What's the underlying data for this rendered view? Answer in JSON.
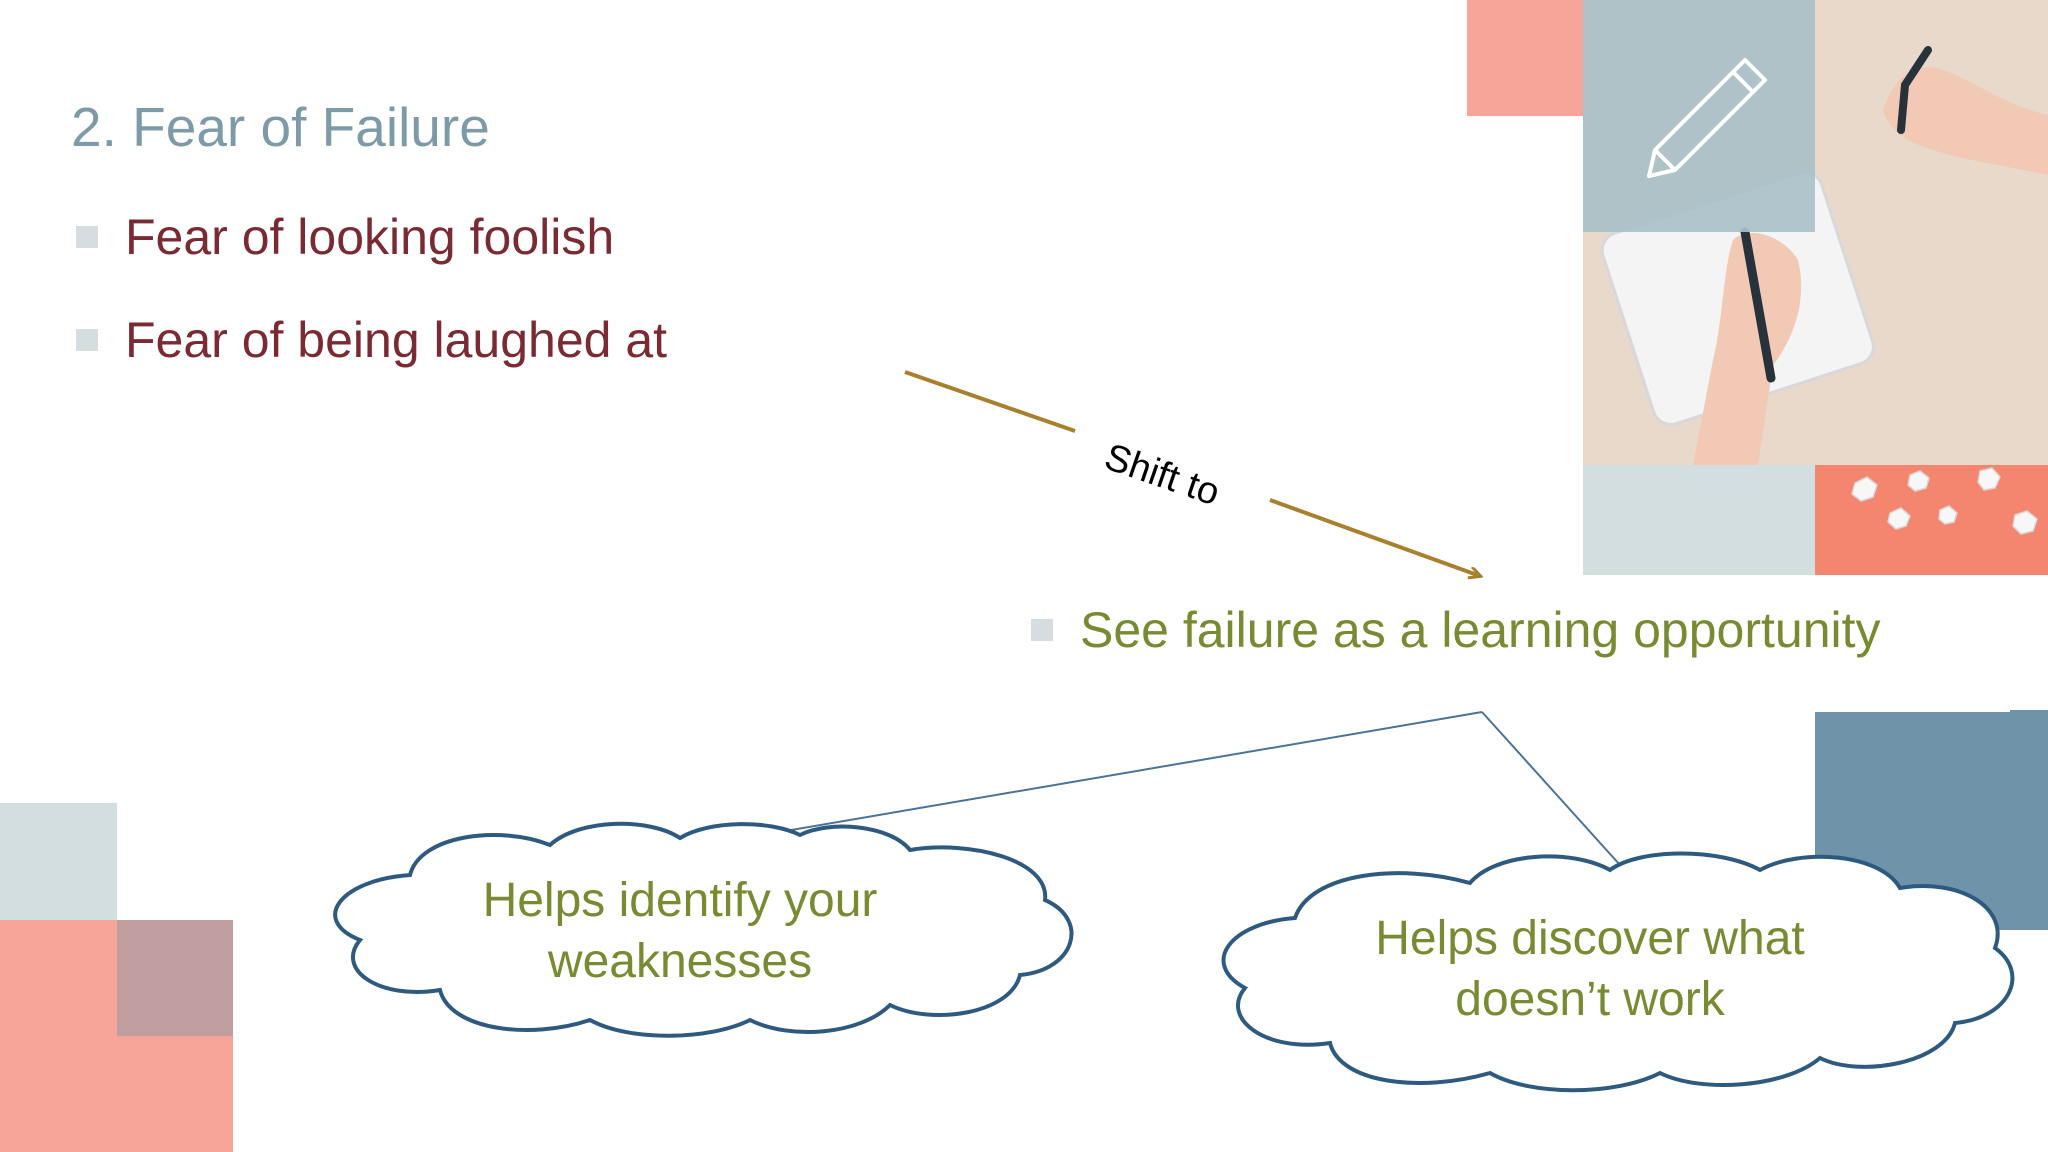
{
  "slide": {
    "title": "2. Fear of Failure",
    "fears": [
      "Fear of looking foolish",
      "Fear of being laughed at"
    ],
    "arrow_label": "Shift to",
    "new_view": "See failure as a learning opportunity",
    "benefits": [
      "Helps identify your weaknesses",
      "Helps discover what doesn’t work"
    ]
  },
  "colors": {
    "title": "#7d9aa8",
    "fear_text": "#7a2a33",
    "positive_text": "#788a32",
    "arrow": "#a8812f",
    "cloud_outline": "#2f5a80",
    "coral": "#f7a598",
    "pale_blue": "#d3dee1",
    "steel_blue": "#6f94a9",
    "mauve": "#c09e9f"
  },
  "icons": [
    "pencil-icon",
    "bullet-square-icon",
    "cloud-callout-icon",
    "arrow-icon"
  ]
}
